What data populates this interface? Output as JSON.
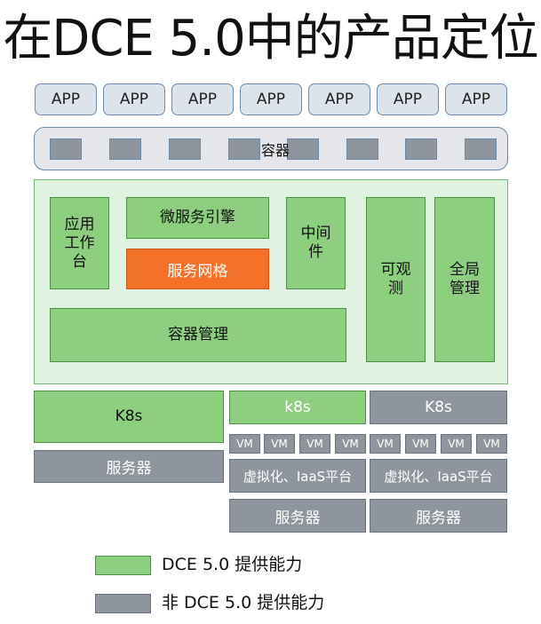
{
  "title": "在DCE 5.0中的产品定位",
  "apps": [
    "APP",
    "APP",
    "APP",
    "APP",
    "APP",
    "APP",
    "APP"
  ],
  "container": {
    "label": "容器",
    "count": 8
  },
  "platform": {
    "app_workbench": "应用\n工作\n台",
    "microservice_engine": "微服务引擎",
    "service_mesh": "服务网格",
    "middleware": "中间\n件",
    "observability": "可观\n测",
    "global_management": "全局\n管理",
    "container_management": "容器管理"
  },
  "left_stack": {
    "k8s": "K8s",
    "server": "服务器"
  },
  "middle_stack": {
    "k8s": "k8s",
    "vms": [
      "VM",
      "VM",
      "VM",
      "VM"
    ],
    "iaas": "虚拟化、IaaS平台",
    "server": "服务器"
  },
  "right_stack": {
    "k8s": "K8s",
    "vms": [
      "VM",
      "VM",
      "VM",
      "VM"
    ],
    "iaas": "虚拟化、IaaS平台",
    "server": "服务器"
  },
  "legend": [
    {
      "label": "DCE 5.0 提供能力",
      "color": "#8dce7f"
    },
    {
      "label": "非 DCE 5.0 提供能力",
      "color": "#8f959c"
    }
  ],
  "colors": {
    "green": "#8dce7f",
    "orange": "#f4712a",
    "gray": "#8f959c",
    "platform_bg": "#e0f2e0"
  }
}
